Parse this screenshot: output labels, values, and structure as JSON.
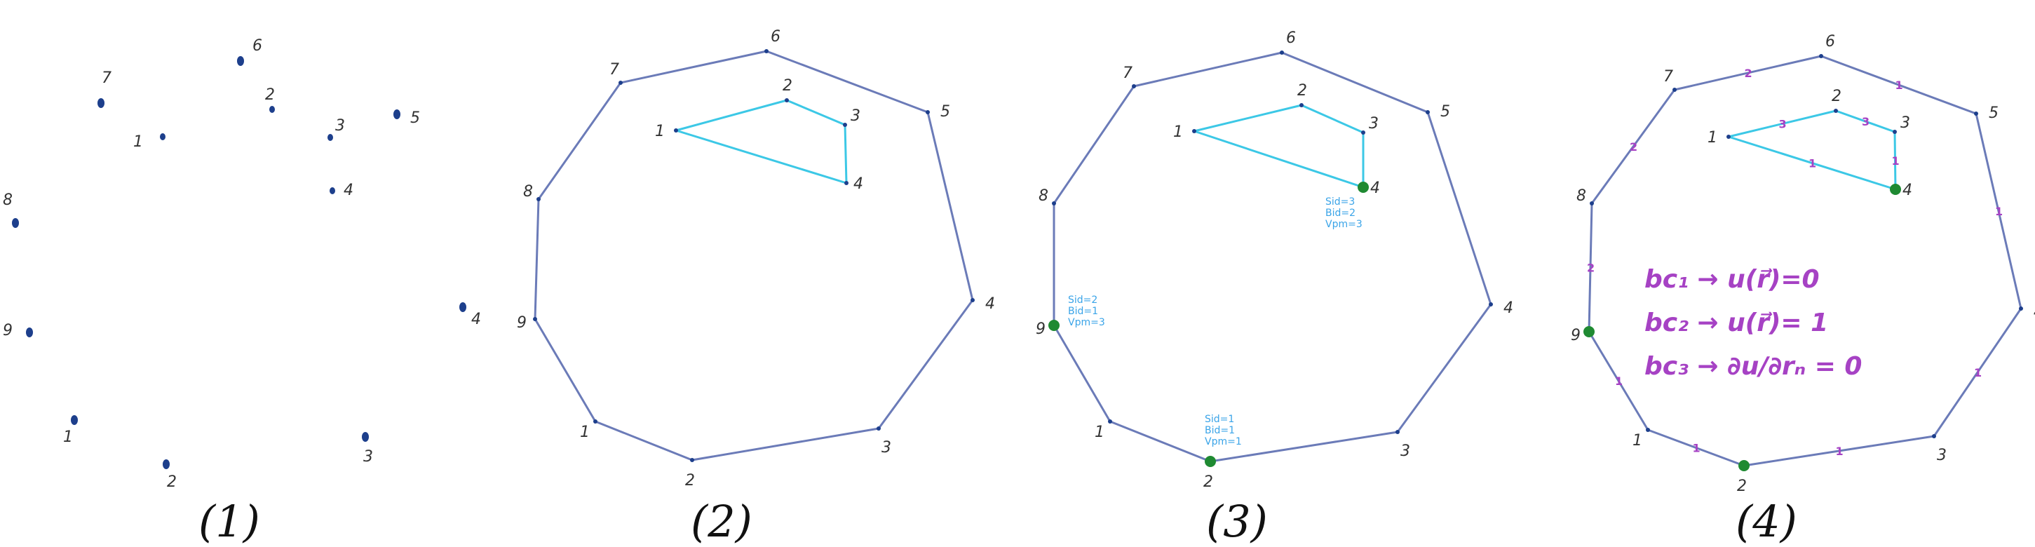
{
  "colors": {
    "outer": "#6b7bb8",
    "inner": "#3cc8e6",
    "point": "#1d3f8c",
    "marker": "#1f8a32",
    "bc": "#a642c4",
    "note": "#3aa4e8"
  },
  "panels": [
    {
      "caption": "(1)",
      "kind": "points"
    },
    {
      "caption": "(2)",
      "kind": "polygons"
    },
    {
      "caption": "(3)",
      "kind": "polygons-annotated"
    },
    {
      "caption": "(4)",
      "kind": "polygons-bc"
    }
  ],
  "outer_labels": [
    "1",
    "2",
    "3",
    "4",
    "5",
    "6",
    "7",
    "8",
    "9"
  ],
  "inner_labels": [
    "1",
    "2",
    "3",
    "4"
  ],
  "panel3_notes": [
    {
      "vertex": "inner-4",
      "lines": [
        "Sid=3",
        "Bid=2",
        "Vpm=3"
      ]
    },
    {
      "vertex": "outer-9",
      "lines": [
        "Sid=2",
        "Bid=1",
        "Vpm=3"
      ]
    },
    {
      "vertex": "outer-2",
      "lines": [
        "Sid=1",
        "Bid=1",
        "Vpm=1"
      ]
    }
  ],
  "panel4_equations": [
    "bc₁ → u(r⃗)=0",
    "bc₂ → u(r⃗)= 1",
    "bc₃ → ∂u/∂rₙ = 0"
  ],
  "panel4_edge_bc": {
    "outer": [
      "1",
      "1",
      "1",
      "1",
      "1",
      "2",
      "2",
      "2",
      "1"
    ],
    "inner": [
      "3",
      "3",
      "1",
      "1"
    ]
  }
}
